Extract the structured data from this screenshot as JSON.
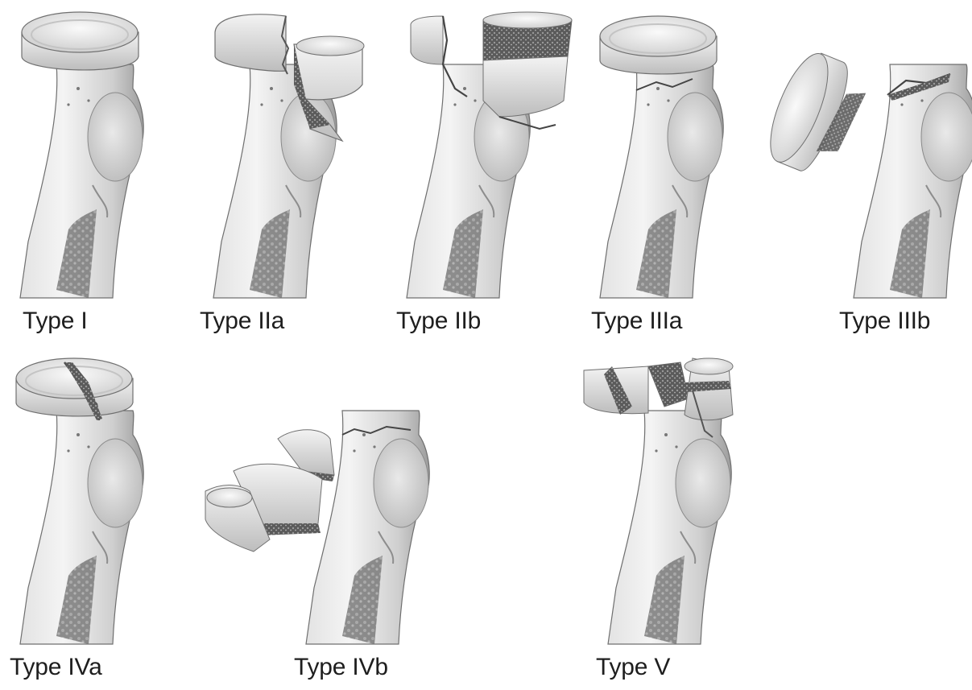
{
  "figure": {
    "panels": [
      {
        "id": "type-i",
        "label": "Type I"
      },
      {
        "id": "type-iia",
        "label": "Type IIa"
      },
      {
        "id": "type-iib",
        "label": "Type IIb"
      },
      {
        "id": "type-iiia",
        "label": "Type IIIa"
      },
      {
        "id": "type-iiib",
        "label": "Type IIIb"
      },
      {
        "id": "type-iva",
        "label": "Type IVa"
      },
      {
        "id": "type-ivb",
        "label": "Type IVb"
      },
      {
        "id": "type-v",
        "label": "Type V"
      }
    ]
  }
}
